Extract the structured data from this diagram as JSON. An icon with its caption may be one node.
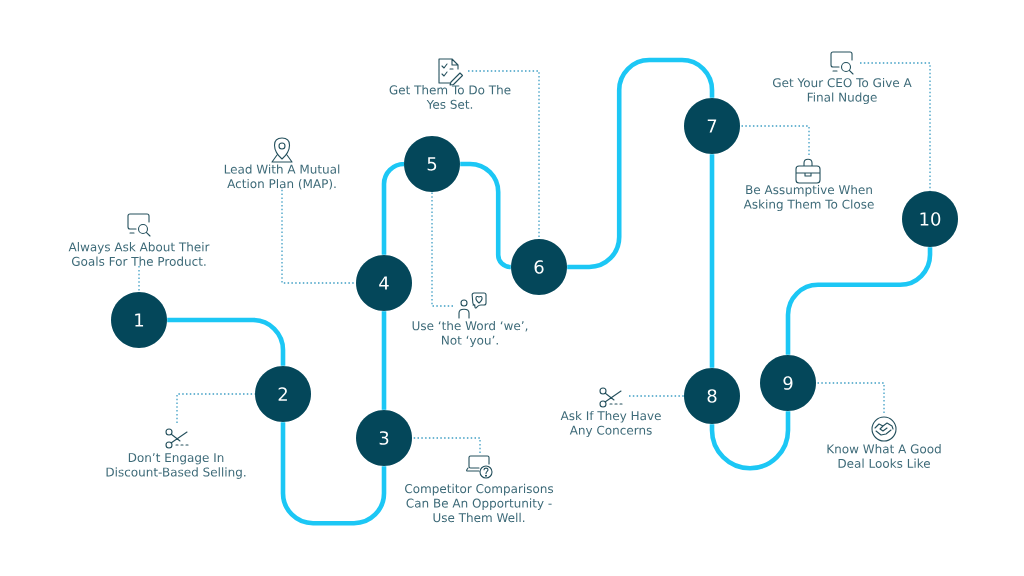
{
  "diagram": {
    "nodes": [
      {
        "text": [
          "1"
        ]
      },
      {
        "text": [
          "Always Ask About Their Goals For The Product."
        ]
      },
      {
        "text": [
          "2"
        ]
      },
      {
        "text": [
          "Don’t Engage In Discount-Based Selling."
        ]
      },
      {
        "text": [
          "3"
        ]
      },
      {
        "text": [
          "Competitor Comparisons Can Be An Opportunity - Use Them Well."
        ]
      },
      {
        "text": [
          "4"
        ]
      },
      {
        "text": [
          "Lead With A Mutual Action Plan (MAP)."
        ]
      },
      {
        "text": [
          "5"
        ]
      },
      {
        "text": [
          "Use ‘the Word ‘we’, Not ‘you’."
        ]
      },
      {
        "text": [
          "6"
        ]
      },
      {
        "text": [
          "Get Them To Do The Yes Set."
        ]
      },
      {
        "text": [
          "7"
        ]
      },
      {
        "text": [
          "Be Assumptive When Asking Them To Close"
        ]
      },
      {
        "text": [
          "8"
        ]
      },
      {
        "text": [
          "Ask If They Have Any Concerns"
        ]
      },
      {
        "text": [
          "9"
        ]
      },
      {
        "text": [
          "Know What A Good Deal Looks Like"
        ]
      },
      {
        "text": [
          "10"
        ]
      },
      {
        "text": [
          "Get Your CEO To Give A Final Nudge"
        ]
      }
    ],
    "edges": [
      {
        "from": 0,
        "to": 2,
        "arrow": "none",
        "style": "thick",
        "color": "#1cc7f5"
      },
      {
        "from": 2,
        "to": 4,
        "arrow": "none",
        "style": "thick",
        "color": "#1cc7f5"
      },
      {
        "from": 4,
        "to": 6,
        "arrow": "none",
        "style": "thick",
        "color": "#1cc7f5"
      },
      {
        "from": 6,
        "to": 8,
        "arrow": "none",
        "style": "thick",
        "color": "#1cc7f5"
      },
      {
        "from": 8,
        "to": 10,
        "arrow": "none",
        "style": "thick",
        "color": "#1cc7f5"
      },
      {
        "from": 10,
        "to": 12,
        "arrow": "none",
        "style": "thick",
        "color": "#1cc7f5"
      },
      {
        "from": 12,
        "to": 14,
        "arrow": "none",
        "style": "thick",
        "color": "#1cc7f5"
      },
      {
        "from": 14,
        "to": 16,
        "arrow": "none",
        "style": "thick",
        "color": "#1cc7f5"
      },
      {
        "from": 16,
        "to": 18,
        "arrow": "none",
        "style": "thick",
        "color": "#1cc7f5"
      },
      {
        "from": 1,
        "to": 0,
        "arrow": "none",
        "style": "dashed",
        "color": "#3e9ec4"
      },
      {
        "from": 3,
        "to": 2,
        "arrow": "none",
        "style": "dashed",
        "color": "#3e9ec4"
      },
      {
        "from": 5,
        "to": 4,
        "arrow": "none",
        "style": "dashed",
        "color": "#3e9ec4"
      },
      {
        "from": 7,
        "to": 6,
        "arrow": "none",
        "style": "dashed",
        "color": "#3e9ec4"
      },
      {
        "from": 9,
        "to": 8,
        "arrow": "none",
        "style": "dashed",
        "color": "#3e9ec4"
      },
      {
        "from": 11,
        "to": 10,
        "arrow": "none",
        "style": "dashed",
        "color": "#3e9ec4"
      },
      {
        "from": 13,
        "to": 12,
        "arrow": "none",
        "style": "dashed",
        "color": "#3e9ec4"
      },
      {
        "from": 15,
        "to": 14,
        "arrow": "none",
        "style": "dashed",
        "color": "#3e9ec4"
      },
      {
        "from": 17,
        "to": 16,
        "arrow": "none",
        "style": "dashed",
        "color": "#3e9ec4"
      },
      {
        "from": 19,
        "to": 18,
        "arrow": "none",
        "style": "dashed",
        "color": "#3e9ec4"
      }
    ]
  }
}
